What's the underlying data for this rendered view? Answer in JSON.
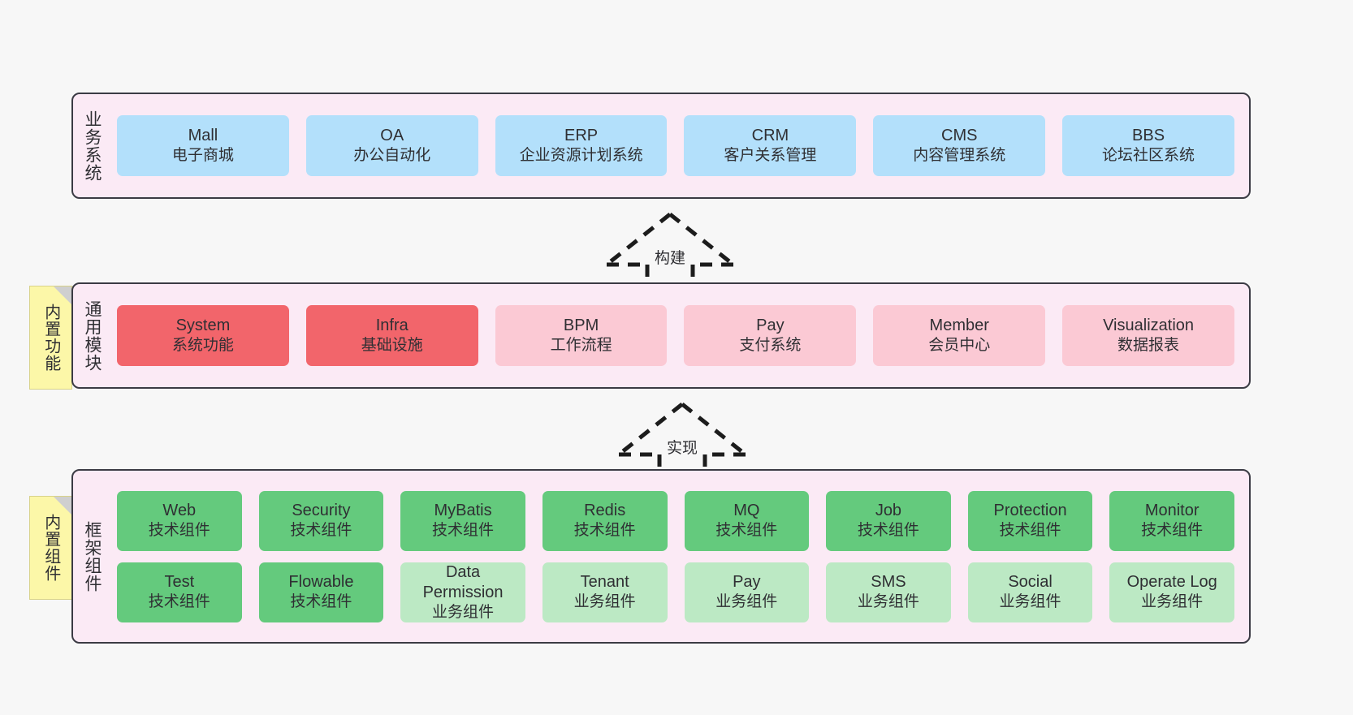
{
  "diagram": {
    "background": "#f7f7f7",
    "panel_fill": "#fbeaf5",
    "panel_border": "#3b3b44"
  },
  "layers": [
    {
      "id": "business-systems",
      "title": "业务系统",
      "note": null,
      "rows": [
        {
          "cards": [
            {
              "title": "Mall",
              "subtitle": "电子商城",
              "color": "#b3e0fb",
              "style": "c-blue"
            },
            {
              "title": "OA",
              "subtitle": "办公自动化",
              "color": "#b3e0fb",
              "style": "c-blue"
            },
            {
              "title": "ERP",
              "subtitle": "企业资源计划系统",
              "color": "#b3e0fb",
              "style": "c-blue"
            },
            {
              "title": "CRM",
              "subtitle": "客户关系管理",
              "color": "#b3e0fb",
              "style": "c-blue"
            },
            {
              "title": "CMS",
              "subtitle": "内容管理系统",
              "color": "#b3e0fb",
              "style": "c-blue"
            },
            {
              "title": "BBS",
              "subtitle": "论坛社区系统",
              "color": "#b3e0fb",
              "style": "c-blue"
            }
          ]
        }
      ]
    },
    {
      "id": "common-modules",
      "title": "通用模块",
      "note": "内置功能",
      "rows": [
        {
          "cards": [
            {
              "title": "System",
              "subtitle": "系统功能",
              "color": "#f2656b",
              "style": "c-red"
            },
            {
              "title": "Infra",
              "subtitle": "基础设施",
              "color": "#f2656b",
              "style": "c-red"
            },
            {
              "title": "BPM",
              "subtitle": "工作流程",
              "color": "#fbc9d4",
              "style": "c-pink"
            },
            {
              "title": "Pay",
              "subtitle": "支付系统",
              "color": "#fbc9d4",
              "style": "c-pink"
            },
            {
              "title": "Member",
              "subtitle": "会员中心",
              "color": "#fbc9d4",
              "style": "c-pink"
            },
            {
              "title": "Visualization",
              "subtitle": "数据报表",
              "color": "#fbc9d4",
              "style": "c-pink"
            }
          ]
        }
      ]
    },
    {
      "id": "framework-components",
      "title": "框架组件",
      "note": "内置组件",
      "rows": [
        {
          "cards": [
            {
              "title": "Web",
              "subtitle": "技术组件",
              "color": "#64ca7d",
              "style": "c-green"
            },
            {
              "title": "Security",
              "subtitle": "技术组件",
              "color": "#64ca7d",
              "style": "c-green"
            },
            {
              "title": "MyBatis",
              "subtitle": "技术组件",
              "color": "#64ca7d",
              "style": "c-green"
            },
            {
              "title": "Redis",
              "subtitle": "技术组件",
              "color": "#64ca7d",
              "style": "c-green"
            },
            {
              "title": "MQ",
              "subtitle": "技术组件",
              "color": "#64ca7d",
              "style": "c-green"
            },
            {
              "title": "Job",
              "subtitle": "技术组件",
              "color": "#64ca7d",
              "style": "c-green"
            },
            {
              "title": "Protection",
              "subtitle": "技术组件",
              "color": "#64ca7d",
              "style": "c-green"
            },
            {
              "title": "Monitor",
              "subtitle": "技术组件",
              "color": "#64ca7d",
              "style": "c-green"
            }
          ]
        },
        {
          "cards": [
            {
              "title": "Test",
              "subtitle": "技术组件",
              "color": "#64ca7d",
              "style": "c-green"
            },
            {
              "title": "Flowable",
              "subtitle": "技术组件",
              "color": "#64ca7d",
              "style": "c-green"
            },
            {
              "title": "Data Permission",
              "subtitle": "业务组件",
              "color": "#bce9c4",
              "style": "c-lightgreen wrap"
            },
            {
              "title": "Tenant",
              "subtitle": "业务组件",
              "color": "#bce9c4",
              "style": "c-lightgreen"
            },
            {
              "title": "Pay",
              "subtitle": "业务组件",
              "color": "#bce9c4",
              "style": "c-lightgreen"
            },
            {
              "title": "SMS",
              "subtitle": "业务组件",
              "color": "#bce9c4",
              "style": "c-lightgreen"
            },
            {
              "title": "Social",
              "subtitle": "业务组件",
              "color": "#bce9c4",
              "style": "c-lightgreen"
            },
            {
              "title": "Operate Log",
              "subtitle": "业务组件",
              "color": "#bce9c4",
              "style": "c-lightgreen"
            }
          ]
        }
      ]
    }
  ],
  "connectors": [
    {
      "id": "build",
      "label": "构建",
      "from": "common-modules",
      "to": "business-systems"
    },
    {
      "id": "implement",
      "label": "实现",
      "from": "framework-components",
      "to": "common-modules"
    }
  ]
}
